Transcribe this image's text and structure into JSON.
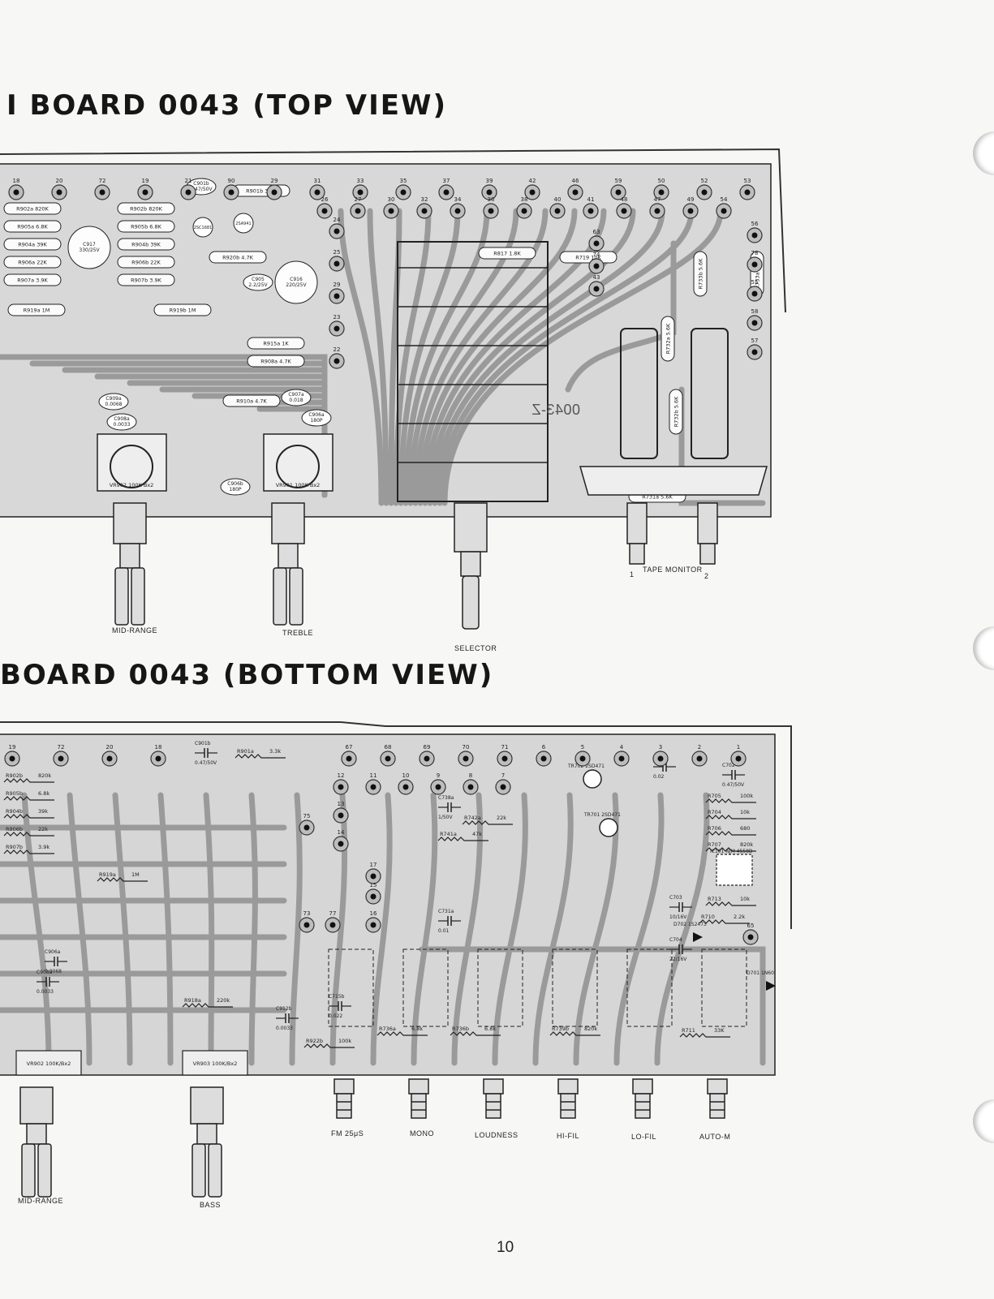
{
  "page_number": "10",
  "top_view": {
    "title": "I BOARD 0043 (TOP VIEW)",
    "board_mark": "0043-Z",
    "control_labels": {
      "mid_range": "MID-RANGE",
      "treble": "TREBLE",
      "selector": "SELECTOR",
      "tape_monitor": "TAPE MONITOR",
      "tape_1": "1",
      "tape_2": "2"
    },
    "terminals": [
      "18",
      "20",
      "72",
      "19",
      "21",
      "90",
      "29",
      "31",
      "33",
      "35",
      "37",
      "39",
      "42",
      "46",
      "59",
      "50",
      "52",
      "53",
      "26",
      "27",
      "30",
      "32",
      "34",
      "36",
      "38",
      "40",
      "41",
      "48",
      "47",
      "49",
      "54"
    ],
    "side_terminals": [
      "24",
      "25",
      "29",
      "23",
      "22",
      "63",
      "74",
      "43",
      "56",
      "78",
      "55",
      "58",
      "57"
    ],
    "resistors": [
      {
        "ref": "R902a",
        "value": "820K"
      },
      {
        "ref": "R905a",
        "value": "6.8K"
      },
      {
        "ref": "R904a",
        "value": "39K"
      },
      {
        "ref": "R906a",
        "value": "22K"
      },
      {
        "ref": "R907a",
        "value": "3.9K"
      },
      {
        "ref": "R902b",
        "value": "820K"
      },
      {
        "ref": "R905b",
        "value": "6.8K"
      },
      {
        "ref": "R904b",
        "value": "39K"
      },
      {
        "ref": "R906b",
        "value": "22K"
      },
      {
        "ref": "R907b",
        "value": "3.9K"
      },
      {
        "ref": "R901b",
        "value": "3.3K"
      },
      {
        "ref": "R920b",
        "value": "4.7K"
      },
      {
        "ref": "R919a",
        "value": "1M"
      },
      {
        "ref": "R919b",
        "value": "1M"
      },
      {
        "ref": "R915a",
        "value": "1K"
      },
      {
        "ref": "R908a",
        "value": "4.7K"
      },
      {
        "ref": "R910a",
        "value": "4.7K"
      },
      {
        "ref": "R817",
        "value": "1.8K"
      },
      {
        "ref": "R719",
        "value": "10K"
      },
      {
        "ref": "R731b",
        "value": "5.6K"
      },
      {
        "ref": "R731a",
        "value": "5.6K"
      },
      {
        "ref": "R733b",
        "value": "5.6K"
      },
      {
        "ref": "R733a",
        "value": "5.6K"
      },
      {
        "ref": "R732a",
        "value": "5.6K"
      },
      {
        "ref": "R732b",
        "value": "5.6K"
      }
    ],
    "capacitors": [
      {
        "ref": "C901b",
        "value": "0.47/50V"
      },
      {
        "ref": "C916",
        "value": "220/25V"
      },
      {
        "ref": "C905",
        "value": "2.2/25V"
      },
      {
        "ref": "C906a",
        "value": "180P"
      },
      {
        "ref": "C906b",
        "value": "180P"
      },
      {
        "ref": "C908a",
        "value": "0.0033"
      },
      {
        "ref": "C909a",
        "value": "0.0068"
      },
      {
        "ref": "C907a",
        "value": "0.018"
      },
      {
        "ref": "C917",
        "value": "330/25V"
      }
    ],
    "pots": [
      {
        "ref": "VR902",
        "value": "100K Bx2"
      },
      {
        "ref": "VR901",
        "value": "100K Bx2"
      }
    ],
    "transistors": [
      "2SA941",
      "2SC1681"
    ]
  },
  "bottom_view": {
    "title": "BOARD 0043 (BOTTOM VIEW)",
    "control_labels": {
      "mid_range": "MID-RANGE",
      "bass": "BASS"
    },
    "switch_labels": [
      "FM 25μS",
      "MONO",
      "LOUDNESS",
      "HI-FIL",
      "LO-FIL",
      "AUTO-M"
    ],
    "terminals": [
      "19",
      "72",
      "20",
      "18",
      "67",
      "68",
      "69",
      "70",
      "71",
      "6",
      "5",
      "4",
      "3",
      "2",
      "1",
      "12",
      "11",
      "10",
      "9",
      "8",
      "7",
      "13",
      "14",
      "75",
      "73",
      "77",
      "17",
      "16",
      "15",
      "65"
    ],
    "resistors": [
      {
        "ref": "R902b",
        "value": "820k"
      },
      {
        "ref": "R905b",
        "value": "6.8k"
      },
      {
        "ref": "R904b",
        "value": "39k"
      },
      {
        "ref": "R906b",
        "value": "22k"
      },
      {
        "ref": "R907b",
        "value": "3.9k"
      },
      {
        "ref": "R901a",
        "value": "3.3k"
      },
      {
        "ref": "R919a",
        "value": "1M"
      },
      {
        "ref": "R918a",
        "value": "220k"
      },
      {
        "ref": "R922b",
        "value": "100k"
      },
      {
        "ref": "R736a",
        "value": "6.8k"
      },
      {
        "ref": "R736b",
        "value": "6.8k"
      },
      {
        "ref": "R739b",
        "value": "820k"
      },
      {
        "ref": "R705",
        "value": "100k"
      },
      {
        "ref": "R704",
        "value": "10k"
      },
      {
        "ref": "R706",
        "value": "680"
      },
      {
        "ref": "R707",
        "value": "820k"
      },
      {
        "ref": "R713",
        "value": "10k"
      },
      {
        "ref": "R711",
        "value": "33K"
      },
      {
        "ref": "R710",
        "value": "2.2k"
      },
      {
        "ref": "R742a",
        "value": "22k"
      },
      {
        "ref": "R741a",
        "value": "47k"
      }
    ],
    "capacitors": [
      {
        "ref": "C901b",
        "value": "0.47/50V"
      },
      {
        "ref": "C701",
        "value": "0.02"
      },
      {
        "ref": "C702",
        "value": "0.47/50V"
      },
      {
        "ref": "C703",
        "value": "10/16V"
      },
      {
        "ref": "C704",
        "value": "22/16V"
      },
      {
        "ref": "C738a",
        "value": "1/50V"
      },
      {
        "ref": "C731a",
        "value": "0.01"
      },
      {
        "ref": "C906a",
        "value": "0.0068"
      },
      {
        "ref": "C908a",
        "value": "0.0033"
      },
      {
        "ref": "C912b",
        "value": "0.0033"
      },
      {
        "ref": "C715b",
        "value": "0.022"
      }
    ],
    "pots": [
      {
        "ref": "VR902",
        "value": "100K/Bx2"
      },
      {
        "ref": "VR903",
        "value": "100K/Bx2"
      }
    ],
    "semiconductors": [
      "TR702 2SD471",
      "TR701 2SD471",
      "IC101 NJM 4558D",
      "D702 1S2473",
      "D701 1N60"
    ]
  }
}
